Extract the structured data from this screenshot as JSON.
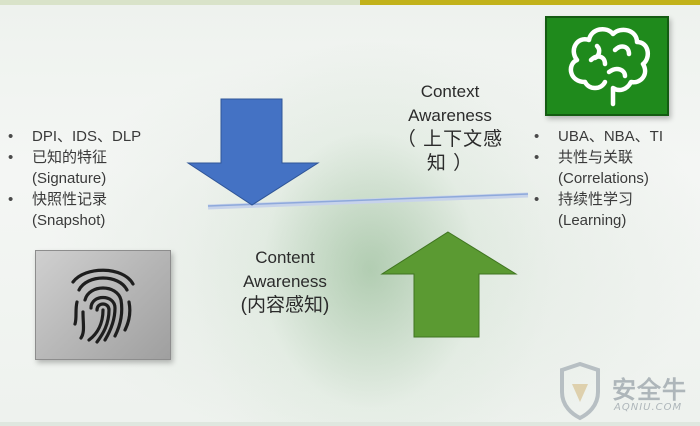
{
  "left_list": {
    "items": [
      {
        "text": "DPI、IDS、DLP",
        "bullet": true
      },
      {
        "text": "已知的特征",
        "bullet": true
      },
      {
        "text": "(Signature)",
        "bullet": false
      },
      {
        "text": "快照性记录",
        "bullet": true
      },
      {
        "text": "(Snapshot)",
        "bullet": false
      }
    ]
  },
  "right_list": {
    "items": [
      {
        "text": "UBA、NBA、TI",
        "bullet": true
      },
      {
        "text": "共性与关联",
        "bullet": true
      },
      {
        "text": "(Correlations)",
        "bullet": false
      },
      {
        "text": "持续性学习",
        "bullet": true
      },
      {
        "text": "(Learning)",
        "bullet": false
      }
    ]
  },
  "context_label": {
    "line1": "Context",
    "line2": "Awareness",
    "line3": "（ 上下文感",
    "line4": "知 ）"
  },
  "content_label": {
    "line1": "Content",
    "line2": "Awareness",
    "line3": "(内容感知)"
  },
  "watermark": {
    "name": "安全牛",
    "sub": "AQNIU.COM"
  },
  "icons": {
    "brain": "brain-icon",
    "fingerprint": "fingerprint-icon",
    "down_arrow": "down-arrow-icon",
    "up_arrow": "up-arrow-icon",
    "logo": "shield-logo-icon"
  },
  "colors": {
    "blue_arrow": "#4472c4",
    "green_arrow": "#5b9a32",
    "brain_box": "#1f8a1c",
    "seesaw_line": "#8ea9db"
  }
}
